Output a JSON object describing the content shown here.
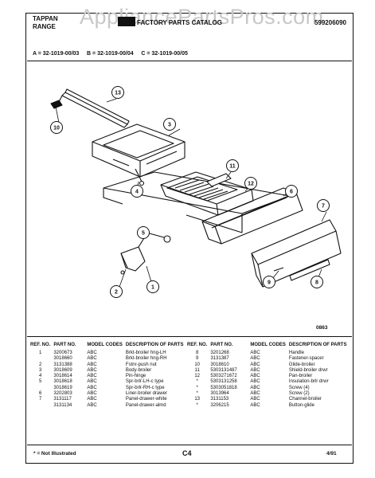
{
  "header": {
    "brand_line1": "TAPPAN",
    "brand_line2": "RANGE",
    "catalog_title": "FACTORY PARTS CATALOG",
    "catalog_number": "599206090",
    "watermark": "AppliancePartsPros.com"
  },
  "models": "A = 32-1019-00/03     B = 32-1019-00/04     C = 32-1019-00/05",
  "diagram": {
    "callouts": [
      "1",
      "2",
      "3",
      "4",
      "5",
      "6",
      "7",
      "8",
      "9",
      "10",
      "11",
      "12",
      "13"
    ],
    "figure_code": "0863"
  },
  "table_headers": {
    "ref": "REF. NO.",
    "part": "PART NO.",
    "codes": "MODEL CODES",
    "desc": "DESCRIPTION OF PARTS"
  },
  "parts_left": [
    {
      "ref": "1",
      "part": "3200673",
      "code": "ABC",
      "desc": "Brkt-broiler hng-LH"
    },
    {
      "ref": "",
      "part": "3018660",
      "code": "ABC",
      "desc": "Brkt-broiler hng-RH"
    },
    {
      "ref": "2",
      "part": "3131388",
      "code": "ABC",
      "desc": "Fstnr-push nut"
    },
    {
      "ref": "3",
      "part": "3018609",
      "code": "ABC",
      "desc": "Body-broiler"
    },
    {
      "ref": "4",
      "part": "3018614",
      "code": "ABC",
      "desc": "Pin-hinge"
    },
    {
      "ref": "5",
      "part": "3018618",
      "code": "ABC",
      "desc": "Spr-brlr-LH-c type"
    },
    {
      "ref": "",
      "part": "3018619",
      "code": "ABC",
      "desc": "Spr-brlr-RH-c type"
    },
    {
      "ref": "6",
      "part": "3202803",
      "code": "ABC",
      "desc": "Liner-broiler drawer"
    },
    {
      "ref": "7",
      "part": "3131117",
      "code": "ABC",
      "desc": "Panel-drawer-white"
    },
    {
      "ref": "",
      "part": "3131134",
      "code": "ABC",
      "desc": "Panel-drawer-almd"
    }
  ],
  "parts_right": [
    {
      "ref": "8",
      "part": "3201268",
      "code": "ABC",
      "desc": "Handle"
    },
    {
      "ref": "9",
      "part": "3131387",
      "code": "ABC",
      "desc": "Fastener-spacer"
    },
    {
      "ref": "10",
      "part": "3018610",
      "code": "ABC",
      "desc": "Glide-broiler"
    },
    {
      "ref": "11",
      "part": "5303131487",
      "code": "ABC",
      "desc": "Shield-broiler drwr"
    },
    {
      "ref": "12",
      "part": "5303271672",
      "code": "ABC",
      "desc": "Pan-broiler"
    },
    {
      "ref": "*",
      "part": "5303131258",
      "code": "ABC",
      "desc": "Insulation-brlr drwr"
    },
    {
      "ref": "*",
      "part": "5303051818",
      "code": "ABC",
      "desc": "Screw (4)"
    },
    {
      "ref": "*",
      "part": "3013964",
      "code": "ABC",
      "desc": "Screw (2)"
    },
    {
      "ref": "13",
      "part": "3131153",
      "code": "ABC",
      "desc": "Channel-broiler"
    },
    {
      "ref": "*",
      "part": "3206215",
      "code": "ABC",
      "desc": "Button-glide"
    }
  ],
  "footer": {
    "note": "* = Not Illustrated",
    "page": "C4",
    "date": "4/91"
  }
}
